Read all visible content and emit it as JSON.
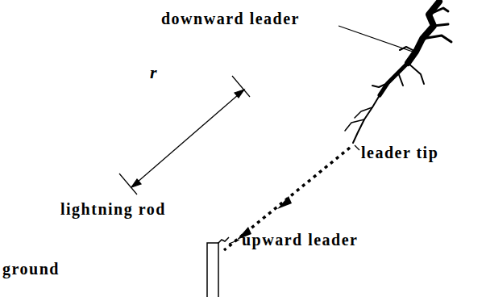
{
  "diagram": {
    "labels": [
      "downward leader",
      "r",
      "leader tip",
      "lightning rod",
      "upward leader",
      "ground"
    ]
  }
}
